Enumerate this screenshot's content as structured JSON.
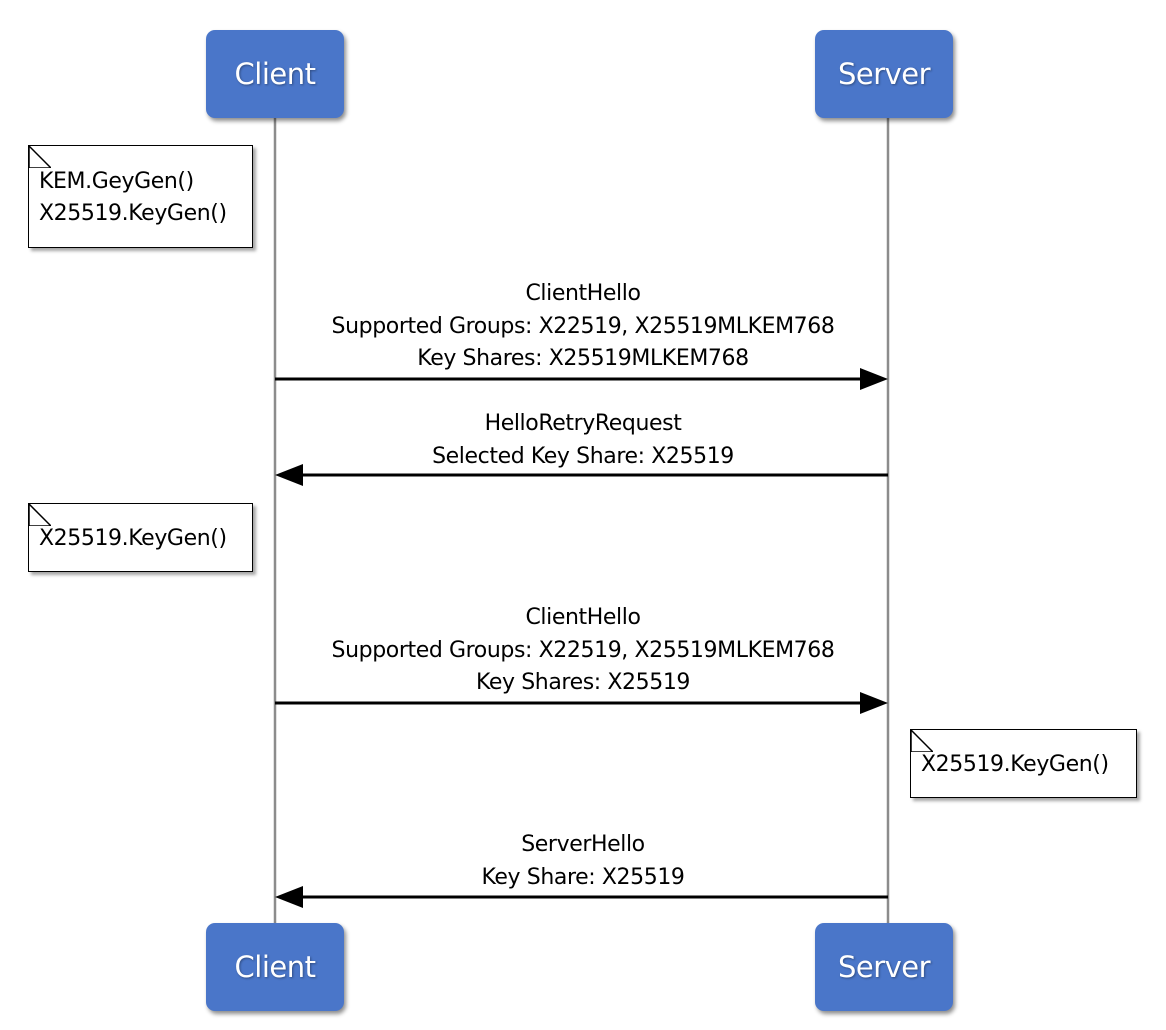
{
  "colors": {
    "actor_fill": "#4a76c9",
    "lifeline": "#8c8c8c",
    "arrow": "#000000"
  },
  "actors": {
    "client": "Client",
    "server": "Server"
  },
  "notes": [
    {
      "lines": [
        "KEM.GeyGen()",
        "X25519.KeyGen()"
      ]
    },
    {
      "lines": [
        "X25519.KeyGen()"
      ]
    },
    {
      "lines": [
        "X25519.KeyGen()"
      ]
    }
  ],
  "messages": [
    {
      "from": "client",
      "to": "server",
      "lines": [
        "ClientHello",
        "Supported Groups: X22519, X25519MLKEM768",
        "Key Shares: X25519MLKEM768"
      ]
    },
    {
      "from": "server",
      "to": "client",
      "lines": [
        "HelloRetryRequest",
        "Selected Key Share: X25519"
      ]
    },
    {
      "from": "client",
      "to": "server",
      "lines": [
        "ClientHello",
        "Supported Groups: X22519, X25519MLKEM768",
        "Key Shares: X25519"
      ]
    },
    {
      "from": "server",
      "to": "client",
      "lines": [
        "ServerHello",
        "Key Share: X25519"
      ]
    }
  ]
}
